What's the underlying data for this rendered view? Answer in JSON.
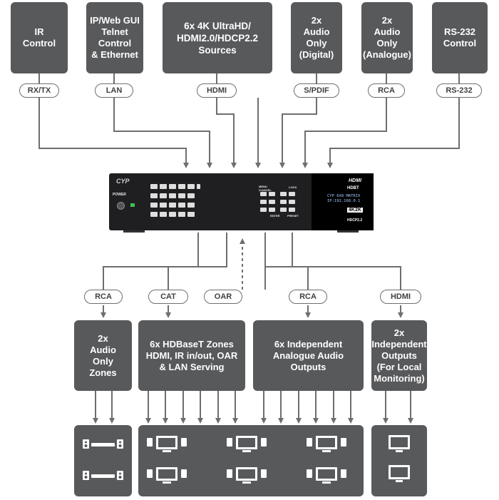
{
  "top_sources": [
    {
      "label": "IR\nControl",
      "port": "RX/TX"
    },
    {
      "label": "IP/Web GUI\nTelnet\nControl\n& Ethernet",
      "port": "LAN"
    },
    {
      "label": "6x 4K UltraHD/\nHDMI2.0/HDCP2.2\nSources",
      "port": "HDMI"
    },
    {
      "label": "2x\nAudio\nOnly\n(Digital)",
      "port": "S/PDIF"
    },
    {
      "label": "2x\nAudio\nOnly\n(Analogue)",
      "port": "RCA"
    },
    {
      "label": "RS-232\nControl",
      "port": "RS-232"
    }
  ],
  "device": {
    "screen_line1": "CYP 6X8 MATRIX",
    "screen_line2": "IP:192.168.0.1",
    "hdmi_logo": "HDMI",
    "hdbt_logo": "HDBT",
    "res_badge": "4K2K",
    "hdcp_badge": "HDCP2.2",
    "brand": "CYP",
    "power_label": "POWER",
    "menu_label": "MENU\n/CANCEL",
    "lock_label": "LOCK",
    "enter_label": "ENTER",
    "preset_label": "PRESET"
  },
  "outputs": [
    {
      "port": "RCA",
      "label": "2x\nAudio\nOnly\nZones"
    },
    {
      "port": "CAT",
      "label": "6x HDBaseT Zones\nHDMI, IR in/out, OAR\n& LAN Serving"
    },
    {
      "port": "OAR",
      "label": ""
    },
    {
      "port": "RCA",
      "label": "6x Independent\nAnalogue Audio\nOutputs"
    },
    {
      "port": "HDMI",
      "label": "2x\nIndependent\nOutputs\n(For Local\nMonitoring)"
    }
  ],
  "colors": {
    "box": "#58595b",
    "line": "#6d6e70",
    "pill_border": "#6d6e70",
    "device": "#1f1f21"
  }
}
